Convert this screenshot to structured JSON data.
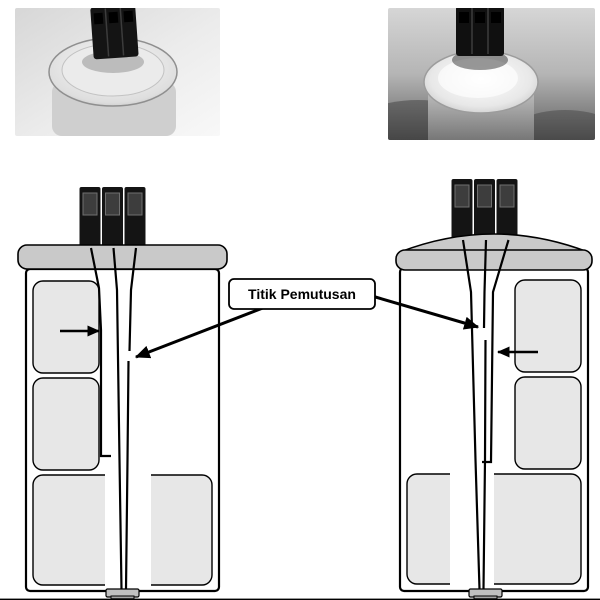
{
  "callout": {
    "label": "Titik Pemutusan"
  },
  "colors": {
    "background": "#ffffff",
    "outline": "#000000",
    "lid": "#c9c9c9",
    "cell": "#e7e7e7",
    "channel": "#ffffff",
    "terminal": "#141414",
    "terminal_recess": "#3d3d3d",
    "nut": "#c0c0c0",
    "stud": "#a6a6a6"
  },
  "left_capacitor": {
    "terminals": 3,
    "cells": 3,
    "lid_style": "flat"
  },
  "right_capacitor": {
    "terminals": 3,
    "cells": 3,
    "lid_style": "domed"
  }
}
